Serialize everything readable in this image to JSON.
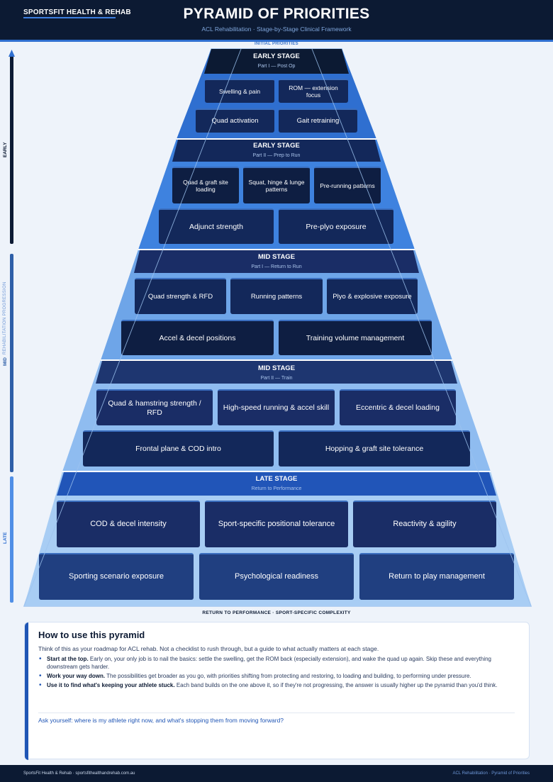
{
  "header": {
    "brand": "SPORTSFIT HEALTH & REHAB",
    "title": "PYRAMID OF PRIORITIES",
    "subtitle": "ACL Rehabilitation  ·  Stage-by-Stage Clinical Framework"
  },
  "pyramid": {
    "top_caption": "INITIAL PRIORITIES",
    "bottom_caption": "RETURN TO PERFORMANCE  ·  SPORT-SPECIFIC COMPLEXITY",
    "phase_labels": {
      "early": "EARLY",
      "mid": "MID",
      "late": "LATE",
      "axis": "REHABILITATION PROGRESSION"
    },
    "stages": [
      {
        "title": "EARLY STAGE",
        "subtitle": "Part I — Post Op",
        "rows": [
          [
            "Swelling & pain",
            "ROM — extension focus"
          ],
          [
            "Quad activation",
            "Gait retraining"
          ]
        ]
      },
      {
        "title": "EARLY STAGE",
        "subtitle": "Part II — Prep to Run",
        "rows": [
          [
            "Quad & graft site loading",
            "Squat, hinge & lunge patterns",
            "Pre-running patterns"
          ],
          [
            "Adjunct strength",
            "Pre-plyo exposure"
          ]
        ]
      },
      {
        "title": "MID STAGE",
        "subtitle": "Part I — Return to Run",
        "rows": [
          [
            "Quad strength & RFD",
            "Running patterns",
            "Plyo & explosive exposure"
          ],
          [
            "Accel & decel positions",
            "Training volume management"
          ]
        ]
      },
      {
        "title": "MID STAGE",
        "subtitle": "Part II — Train",
        "rows": [
          [
            "Quad & hamstring strength / RFD",
            "High-speed running & accel skill",
            "Eccentric & decel loading"
          ],
          [
            "Frontal plane & COD intro",
            "Hopping & graft site tolerance"
          ]
        ]
      },
      {
        "title": "LATE STAGE",
        "subtitle": "Return to Performance",
        "rows": [
          [
            "COD & decel intensity",
            "Sport-specific positional tolerance",
            "Reactivity & agility"
          ],
          [
            "Sporting scenario exposure",
            "Psychological readiness",
            "Return to play management"
          ]
        ]
      }
    ]
  },
  "guide": {
    "title": "How to use this pyramid",
    "intro": "Think of this as your roadmap for ACL rehab. Not a checklist to rush through, but a guide to what actually matters at each stage.",
    "bullets": [
      {
        "lead": "Start at the top.",
        "text": " Early on, your only job is to nail the basics: settle the swelling, get the ROM back (especially extension), and wake the quad up again. Skip these and everything downstream gets harder."
      },
      {
        "lead": "Work your way down.",
        "text": " The possibilities get broader as you go, with priorities shifting from protecting and restoring, to loading and building, to performing under pressure."
      },
      {
        "lead": "Use it to find what's keeping your athlete stuck.",
        "text": " Each band builds on the one above it, so if they're not progressing, the answer is usually higher up the pyramid than you'd think."
      }
    ],
    "question": "Ask yourself: where is my athlete right now, and what's stopping them from moving forward?"
  },
  "footer": {
    "left": "SportsFit Health & Rehab  ·  sportsfithealthandrehab.com.au",
    "right": "ACL Rehabilitation  ·  Pyramid of Priorities"
  },
  "colors": {
    "navy": "#0c1a33",
    "accent": "#2f6fd0",
    "light_blue": "#9dc3ef"
  }
}
